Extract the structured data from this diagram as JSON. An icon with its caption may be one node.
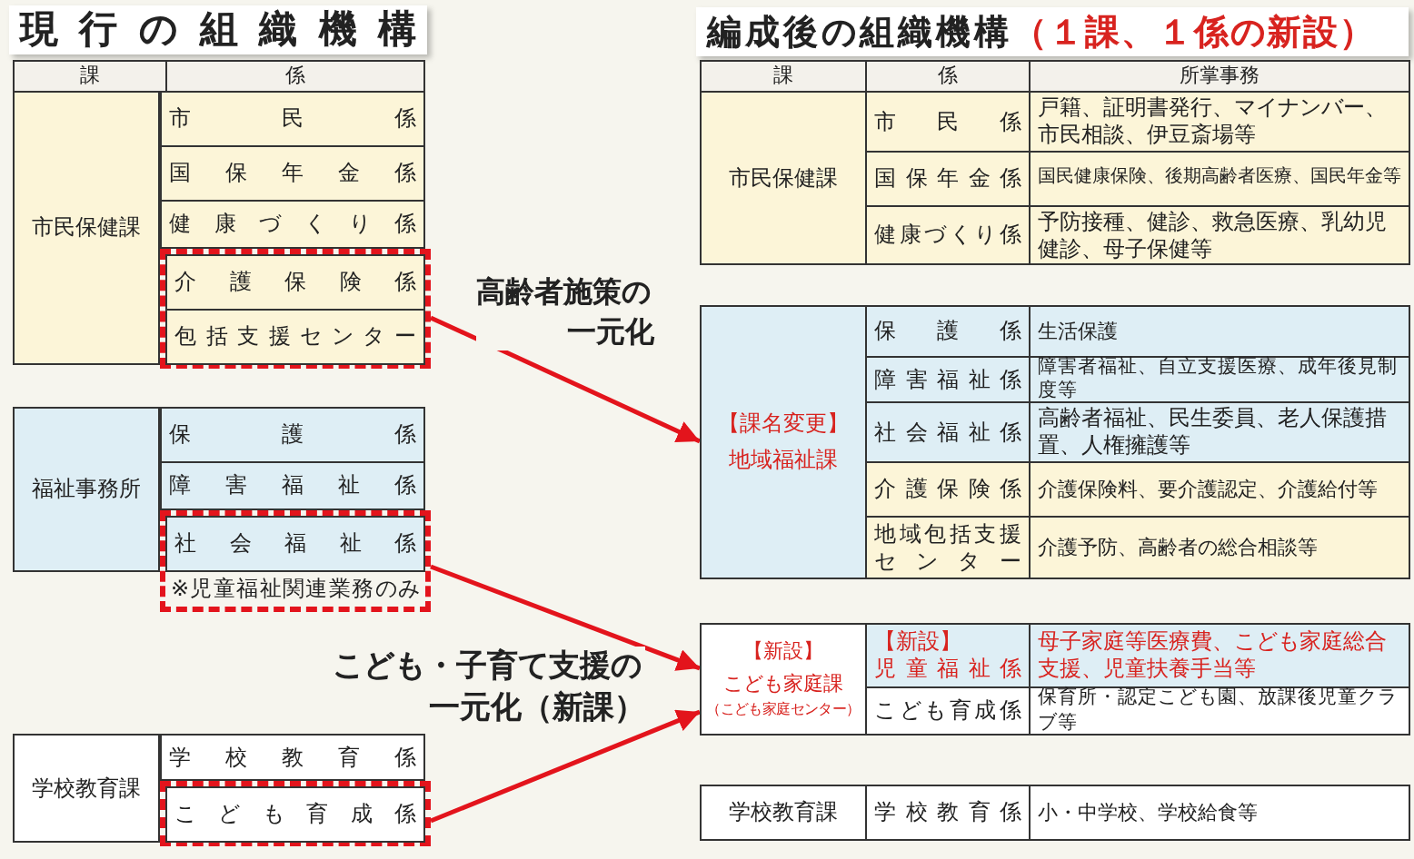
{
  "diagram": {
    "nodes": [
      {
        "text": [
          "課"
        ]
      },
      {
        "text": [
          "係"
        ]
      },
      {
        "text": [
          "市民保健課"
        ]
      },
      {
        "text": [
          "市民係"
        ]
      },
      {
        "text": [
          "国保年金係"
        ]
      },
      {
        "text": [
          "健康づくり係"
        ]
      },
      {
        "text": [],
        "shape": "box"
      },
      {
        "text": [
          "介護保険係"
        ],
        "in": 6
      },
      {
        "text": [
          "包括支援センター"
        ],
        "in": 6
      },
      {
        "text": [
          "福祉事務所"
        ]
      },
      {
        "text": [
          "保護係"
        ]
      },
      {
        "text": [
          "障害福祉係"
        ]
      },
      {
        "text": [
          "※児童福祉関連業務のみ"
        ]
      },
      {
        "text": [
          "社会福祉係"
        ],
        "in": 12
      },
      {
        "text": [
          "学校教育課"
        ]
      },
      {
        "text": [
          "学校教育係"
        ]
      },
      {
        "text": [],
        "shape": "box"
      },
      {
        "text": [
          "こども育成係"
        ],
        "in": 16
      },
      {
        "text": [
          "課"
        ]
      },
      {
        "text": [
          "係"
        ]
      },
      {
        "text": [
          "所掌事務"
        ]
      },
      {
        "text": [
          "市民保健課"
        ]
      },
      {
        "text": [
          "市民係"
        ]
      },
      {
        "text": [
          "戸籍、証明書発行、マイナンバー、市民相談、伊豆斎場等"
        ]
      },
      {
        "text": [
          "国保年金係"
        ]
      },
      {
        "text": [
          "国民健康保険、後期高齢者医療、国民年金等"
        ]
      },
      {
        "text": [
          "健康づくり係"
        ]
      },
      {
        "text": [
          "予防接種、健診、救急医療、乳幼児健診、母子保健等"
        ]
      },
      {
        "text": [
          "【課名変更】",
          "地域福祉課"
        ]
      },
      {
        "text": [
          "保護係"
        ]
      },
      {
        "text": [
          "生活保護"
        ]
      },
      {
        "text": [
          "障害福祉係"
        ]
      },
      {
        "text": [
          "障害者福祉、自立支援医療、成年後見制度等"
        ]
      },
      {
        "text": [
          "社会福祉係"
        ]
      },
      {
        "text": [
          "高齢者福祉、民生委員、老人保護措置、人権擁護等"
        ]
      },
      {
        "text": [
          "介護保険係"
        ]
      },
      {
        "text": [
          "介護保険料、要介護認定、介護給付等"
        ]
      },
      {
        "text": [
          "地域包括支援センター"
        ]
      },
      {
        "text": [
          "介護予防、高齢者の総合相談等"
        ]
      },
      {
        "text": [
          "【新設】",
          "こども家庭課",
          "（こども家庭センター）"
        ]
      },
      {
        "text": [
          "【新設】",
          "児童福祉係"
        ]
      },
      {
        "text": [
          "母子家庭等医療費、こども家庭総合支援、児童扶養手当等"
        ]
      },
      {
        "text": [
          "こども育成係"
        ]
      },
      {
        "text": [
          "保育所・認定こども園、放課後児童クラブ等"
        ]
      },
      {
        "text": [
          "学校教育課"
        ]
      },
      {
        "text": [
          "学校教育係"
        ]
      },
      {
        "text": [
          "小・中学校、学校給食等"
        ]
      }
    ],
    "edges": [
      {
        "from": 6,
        "to": 28,
        "arrow": "to",
        "label": "高齢者施策の一元化"
      },
      {
        "from": 12,
        "to": 39,
        "arrow": "to",
        "label": "こども・子育て支援の一元化（新課）"
      },
      {
        "from": 16,
        "to": 39,
        "arrow": "to"
      }
    ],
    "labels": [
      "現行の組織機構",
      "編成後の組織機構",
      "（１課、１係の新設）"
    ]
  }
}
